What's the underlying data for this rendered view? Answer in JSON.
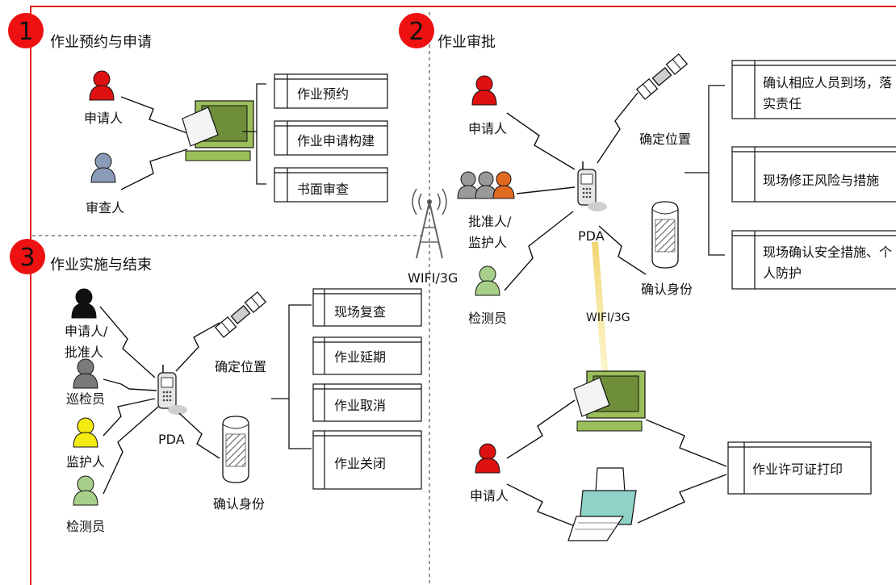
{
  "sections": [
    {
      "number": "1",
      "title": "作业预约与申请"
    },
    {
      "number": "2",
      "title": "作业审批"
    },
    {
      "number": "3",
      "title": "作业实施与结束"
    }
  ],
  "section1": {
    "people": [
      "申请人",
      "审查人"
    ],
    "tasks": [
      "作业预约",
      "作业申请构建",
      "书面审查"
    ]
  },
  "network": {
    "tower_label": "WIFI/3G",
    "link_label": "WIFI/3G"
  },
  "section2": {
    "people": [
      "申请人",
      "批准人/",
      "监护人",
      "检测员"
    ],
    "device_label": "PDA",
    "satellite_label": "确定位置",
    "identity_label": "确认身份",
    "tasks": [
      "确认相应人员到场，落",
      "实责任",
      "现场修正风险与措施",
      "现场确认安全措施、个",
      "人防护"
    ],
    "print": {
      "person": "申请人",
      "task": "作业许可证打印"
    }
  },
  "section3": {
    "people": [
      "申请人/",
      "批准人",
      "巡检员",
      "监护人",
      "检测员"
    ],
    "device_label": "PDA",
    "satellite_label": "确定位置",
    "identity_label": "确认身份",
    "tasks": [
      "现场复查",
      "作业延期",
      "作业取消",
      "作业关闭"
    ]
  },
  "colors": {
    "border": "#e02020",
    "badge": "#ee1111",
    "red_person": "#dd1111",
    "blue_person": "#8a9bb8",
    "gray_person": "#9a9a9a",
    "orange_person": "#e06a20",
    "black_person": "#111111",
    "yellow_person": "#f2ea10",
    "green_person": "#a8cf8a",
    "monitor": "#9bbf5a",
    "printer": "#8fd3c8",
    "wifi_beam": "#f5e27a"
  }
}
